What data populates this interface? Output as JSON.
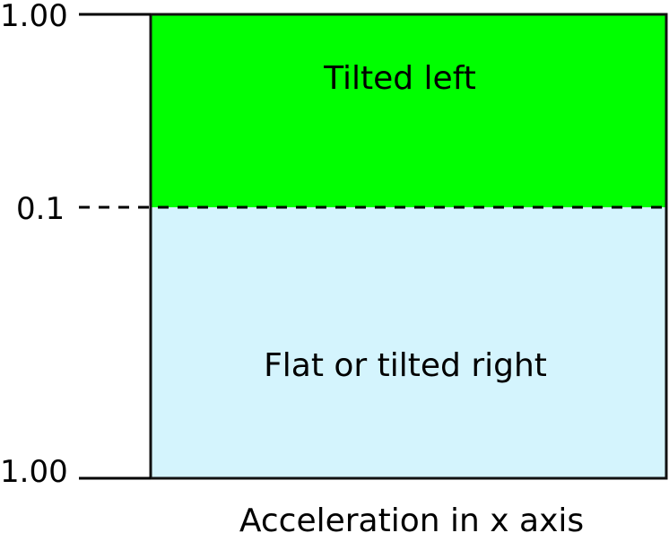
{
  "diagram": {
    "ticks": {
      "top": "1.00",
      "middle": "0.1",
      "bottom": "1.00"
    },
    "regions": {
      "upper": {
        "label": "Tilted left",
        "color": "#00ff00"
      },
      "lower": {
        "label": "Flat or tilted right",
        "color": "#d4f4fd"
      }
    },
    "axis_title": "Acceleration in x axis",
    "line_color": "#000000",
    "border_color": "#111111"
  }
}
